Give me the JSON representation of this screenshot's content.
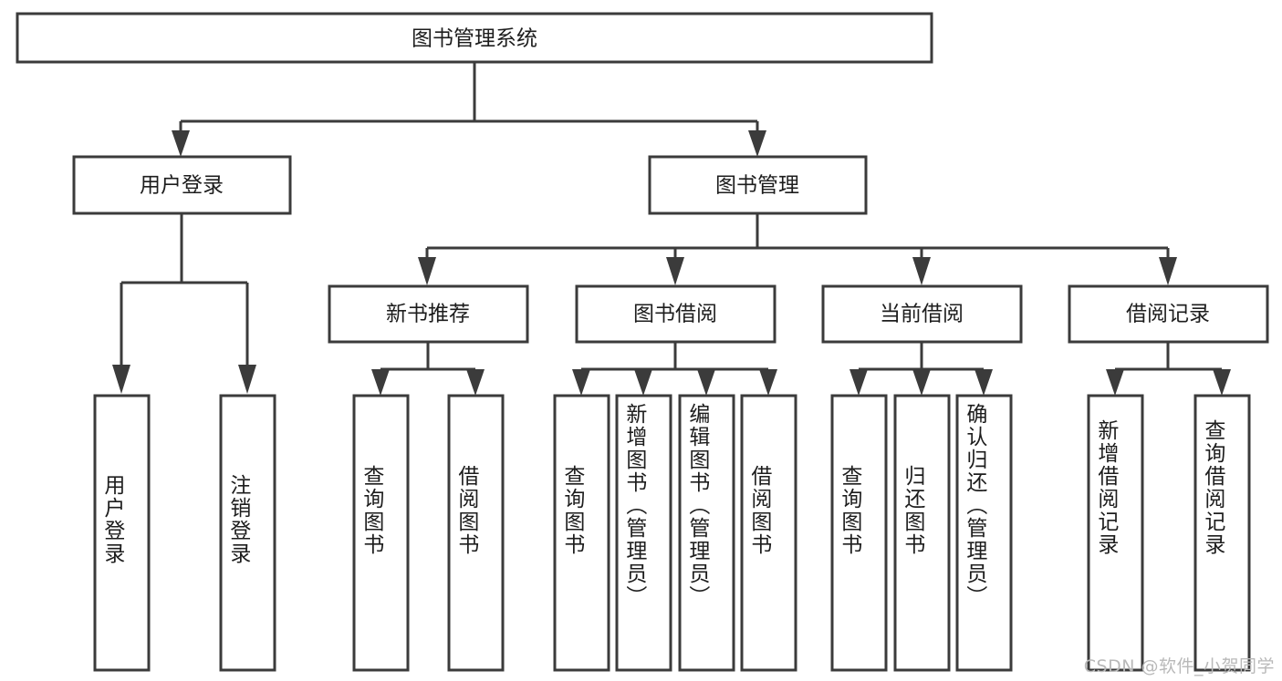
{
  "diagram": {
    "type": "tree",
    "title": "图书管理系统",
    "watermark": "CSDN @软件_小贺同学",
    "colors": {
      "background": "#ffffff",
      "stroke": "#3b3b3b",
      "text": "#1d1d1d",
      "watermark": "#b9b9b9"
    },
    "nodes": {
      "root": "图书管理系统",
      "level2": [
        "用户登录",
        "图书管理"
      ],
      "level3": [
        "新书推荐",
        "图书借阅",
        "当前借阅",
        "借阅记录"
      ],
      "leaves": {
        "user_login": [
          "用户登录",
          "注销登录"
        ],
        "new_book_recommend": [
          "查询图书",
          "借阅图书"
        ],
        "book_borrow": [
          "查询图书",
          "新增图书（管理员）",
          "编辑图书（管理员）",
          "借阅图书"
        ],
        "current_borrow": [
          "查询图书",
          "归还图书",
          "确认归还（管理员）"
        ],
        "borrow_record": [
          "新增借阅记录",
          "查询借阅记录"
        ]
      }
    },
    "edges": [
      {
        "from": "图书管理系统",
        "to": "用户登录"
      },
      {
        "from": "图书管理系统",
        "to": "图书管理"
      },
      {
        "from": "用户登录",
        "to": "用户登录"
      },
      {
        "from": "用户登录",
        "to": "注销登录"
      },
      {
        "from": "图书管理",
        "to": "新书推荐"
      },
      {
        "from": "图书管理",
        "to": "图书借阅"
      },
      {
        "from": "图书管理",
        "to": "当前借阅"
      },
      {
        "from": "图书管理",
        "to": "借阅记录"
      },
      {
        "from": "新书推荐",
        "to": "查询图书"
      },
      {
        "from": "新书推荐",
        "to": "借阅图书"
      },
      {
        "from": "图书借阅",
        "to": "查询图书"
      },
      {
        "from": "图书借阅",
        "to": "新增图书（管理员）"
      },
      {
        "from": "图书借阅",
        "to": "编辑图书（管理员）"
      },
      {
        "from": "图书借阅",
        "to": "借阅图书"
      },
      {
        "from": "当前借阅",
        "to": "查询图书"
      },
      {
        "from": "当前借阅",
        "to": "归还图书"
      },
      {
        "from": "当前借阅",
        "to": "确认归还（管理员）"
      },
      {
        "from": "借阅记录",
        "to": "新增借阅记录"
      },
      {
        "from": "借阅记录",
        "to": "查询借阅记录"
      }
    ]
  }
}
